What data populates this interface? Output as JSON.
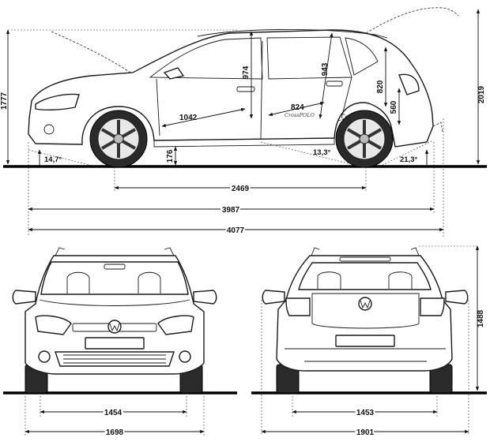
{
  "side_view": {
    "height_total": "2019",
    "height_roof": "1777",
    "dim_974": "974",
    "dim_943": "943",
    "dim_820": "820",
    "dim_560": "560",
    "dim_824": "824",
    "dim_1042": "1042",
    "ground_clearance": "176",
    "approach_angle": "14,7°",
    "breakover_angle": "13,3°",
    "departure_angle": "21,3°",
    "wheelbase": "2469",
    "length": "3987",
    "length_total": "4077",
    "badge_script": "CrossPOLO"
  },
  "front_view": {
    "track_front": "1454",
    "width": "1698"
  },
  "rear_view": {
    "height": "1488",
    "track_rear": "1453",
    "width_mirrors": "1901"
  }
}
